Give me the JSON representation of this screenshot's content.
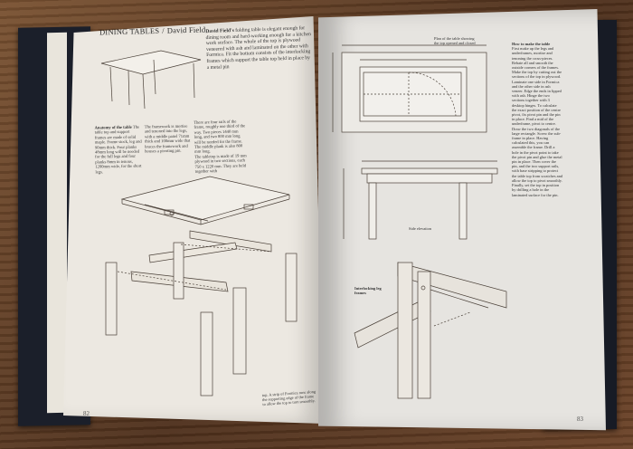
{
  "left_page": {
    "header_section": "DINING TABLES",
    "header_author": "David Field",
    "intro_heading": "David Field's",
    "intro_text": "folding table is elegant enough for dining room and hard-working enough for a kitchen work surface. The whole of the top is plywood veneered with ash and laminated on the other with Formica. Fit the bottom consists of the interlocking frames which support the table top held in place by a metal pin",
    "anatomy_heading": "Anatomy of the table",
    "anatomy_text": "The table top and support frames are made of solid maple. Frame stock, leg and 90mm thick. Four planks 48mm long will be needed for the full legs and four planks 8mm in tenons, 1200mm wide, for the short legs.",
    "col2_text": "There are four rails of the frame, roughly one third of the way. Two pieces 1440 mm long, and two 800 mm long will be needed for the frame. The middle plank is also 800 mm long.",
    "col3_text": "The tabletop is made of 19 mm plywood in two sections, each 750 x 1220 mm. They are held together with",
    "frame_text": "The framework is mortise and tenoned into the legs, with a middle panel 71mm thick and 100mm wide that braces the framework and houses a pivoting pin.",
    "caption_text": "top. A strip of Formica runs along the supporting edge of the frame to allow the top to turn smoothly.",
    "page_number": "82"
  },
  "right_page": {
    "sidebar_heading": "How to make the table",
    "sidebar_text": "First make up the legs and underframes, mortise and tenoning the cross-pieces. Rebate all and smooth the outside corners of the frames. Make the top by cutting out the sections of the top in plywood. Laminate one side in Formica and the other side in ash veneer. Edge the ends in lipped with ash. Hinge the two sections together with 3 desktop hinges. To calculate the exact position of the centre pivot, fix pivot pin and the pin in place. Find a mid of the underframe, pivot to centre. Draw the two diagonals of the large rectangle. Screw the sub-frame in place. Having calculated this, you can assemble the frame. Drill a hole in the pivot point to take the pivot pin and glue the metal pin in place. Then cover the pin, and the two support rails, with base stripping to protect the table top from scratches and allow the top to pivot smoothly. Finally, set the top in position by drilling a hole in the laminated surface for the pin.",
    "label_plan_top": "Plan of the table showing the top opened and closed",
    "label_side_elevation": "Side elevation",
    "label_interlocking": "Interlocking leg frames",
    "page_number": "83"
  }
}
